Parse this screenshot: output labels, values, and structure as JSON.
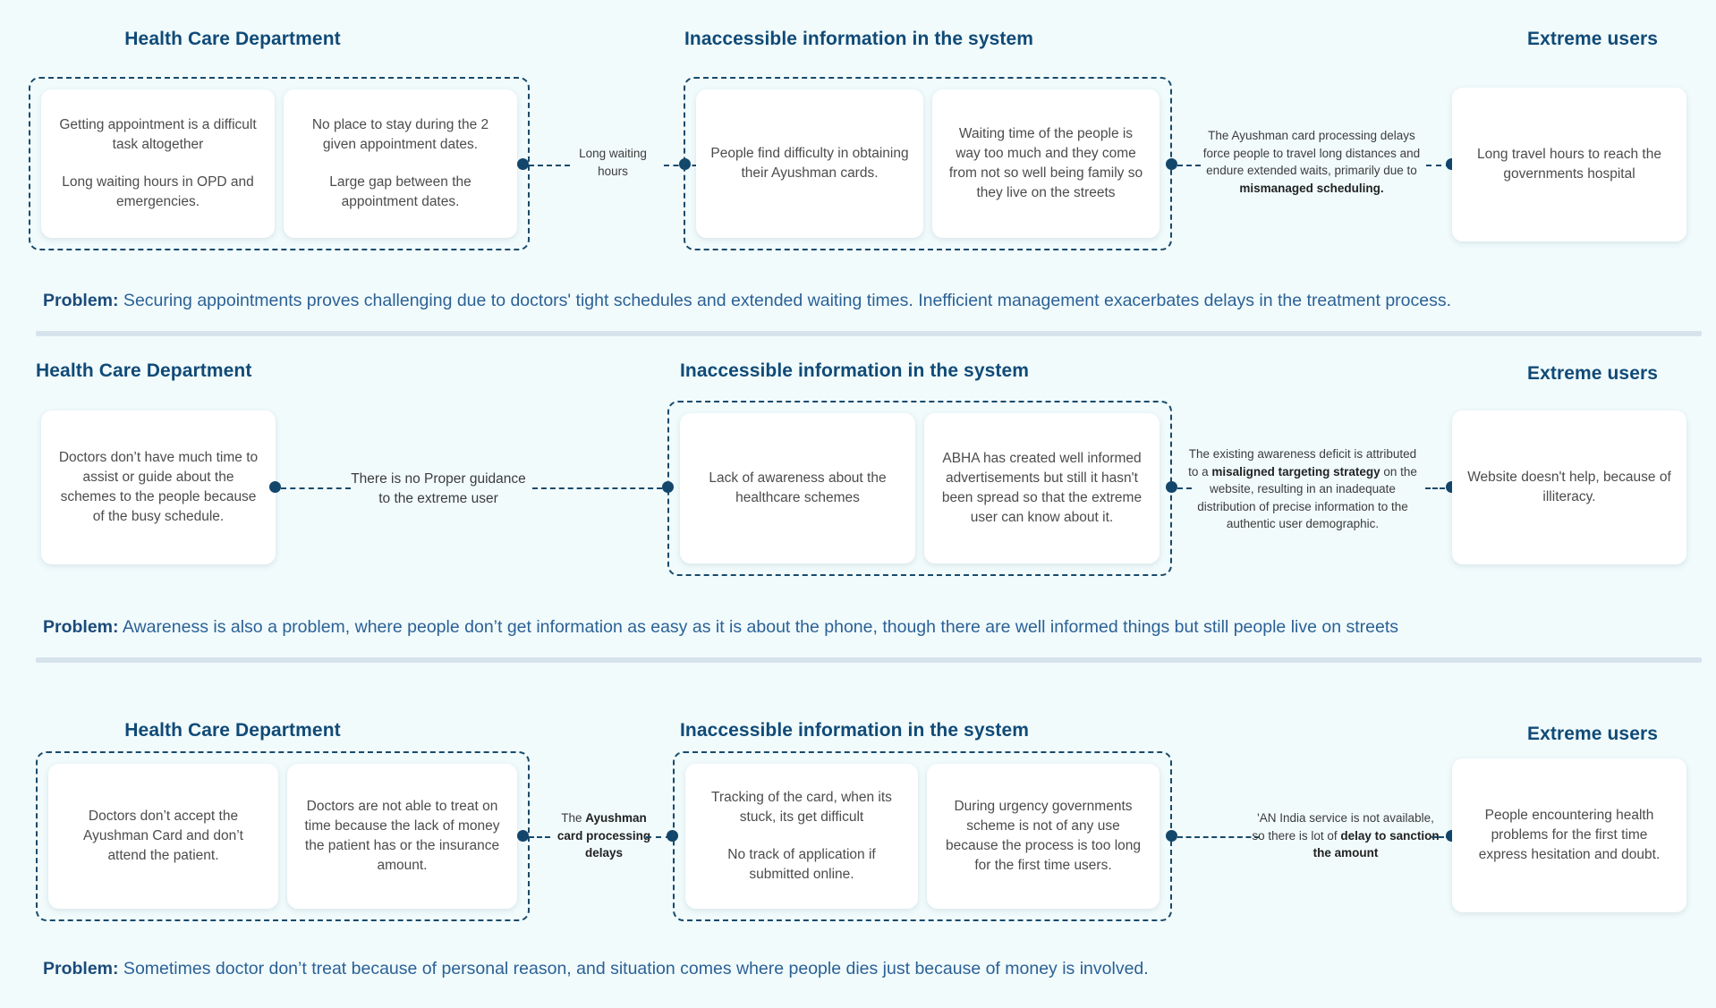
{
  "theme": {
    "background": "#f1fbfc",
    "accent": "#104a77",
    "dashed_border": "#184a6b",
    "dot": "#13466b",
    "card_text": "#4c4c4c",
    "problem_text": "#2b6196",
    "divider": "#d6e3ec"
  },
  "columns": {
    "health": "Health Care Department",
    "system": "Inaccessible information in the system",
    "users": "Extreme users"
  },
  "rows": [
    {
      "left_cards": [
        {
          "lines": [
            "Getting appointment is a difficult task altogether",
            "Long waiting hours in OPD and emergencies."
          ]
        },
        {
          "lines": [
            "No place to stay during the 2 given appointment dates.",
            "Large gap between the appointment dates."
          ]
        }
      ],
      "connector_left": {
        "plain1": "Long waiting hours",
        "bold": "",
        "plain2": ""
      },
      "mid_cards": [
        {
          "lines": [
            "People find difficulty in obtaining their Ayushman cards."
          ]
        },
        {
          "lines": [
            "Waiting time of the people is way too much and they come from not so well being family so they live on the streets"
          ]
        }
      ],
      "connector_right": {
        "plain1": "The Ayushman card processing delays force people to travel long distances and endure extended waits, primarily due to ",
        "bold": "mismanaged scheduling.",
        "plain2": ""
      },
      "right_card": {
        "lines": [
          "Long travel hours to reach the governments hospital"
        ]
      },
      "problem_label": "Problem:",
      "problem_text": " Securing appointments proves challenging due to doctors' tight schedules and extended waiting times. Inefficient management exacerbates delays in the treatment process."
    },
    {
      "left_cards": [
        {
          "lines": [
            "Doctors don’t have much time to assist or guide about the schemes to the people because of the busy schedule."
          ]
        }
      ],
      "connector_left": {
        "plain1": "There is no Proper guidance to the extreme user",
        "bold": "",
        "plain2": ""
      },
      "mid_cards": [
        {
          "lines": [
            "Lack of awareness about the healthcare schemes"
          ]
        },
        {
          "lines": [
            "ABHA has created well informed advertisements but still it hasn't been spread so that the extreme user can know about it."
          ]
        }
      ],
      "connector_right": {
        "plain1": "The existing awareness deficit is attributed to a ",
        "bold": "misaligned targeting strategy",
        "plain2": " on the website, resulting in an inadequate distribution of precise information to the authentic user demographic."
      },
      "right_card": {
        "lines": [
          "Website doesn't help, because of illiteracy."
        ]
      },
      "problem_label": "Problem:",
      "problem_text": " Awareness is also a problem, where people don’t get information as easy as it is about the phone, though there are well informed things but still people live on streets"
    },
    {
      "left_cards": [
        {
          "lines": [
            "Doctors don’t accept the Ayushman Card and don’t attend the patient."
          ]
        },
        {
          "lines": [
            "Doctors are not able to treat on time  because the lack of money the patient has or the insurance amount."
          ]
        }
      ],
      "connector_left": {
        "plain1": "The ",
        "bold": "Ayushman card processing delays",
        "plain2": ""
      },
      "mid_cards": [
        {
          "lines": [
            "Tracking of the card, when its stuck, its get difficult",
            "No track of application if submitted online."
          ]
        },
        {
          "lines": [
            "During urgency  governments scheme is not  of any use because the process is too long for the first time users."
          ]
        }
      ],
      "connector_right": {
        "plain1": "'AN India service is not available, so there is lot of ",
        "bold": "delay to sanction the amount",
        "plain2": ""
      },
      "right_card": {
        "lines": [
          "People encountering health problems for the first time express hesitation and doubt."
        ]
      },
      "problem_label": "Problem:",
      "problem_text": " Sometimes doctor don’t treat because of personal reason, and situation comes where people dies just because of money is involved."
    }
  ]
}
